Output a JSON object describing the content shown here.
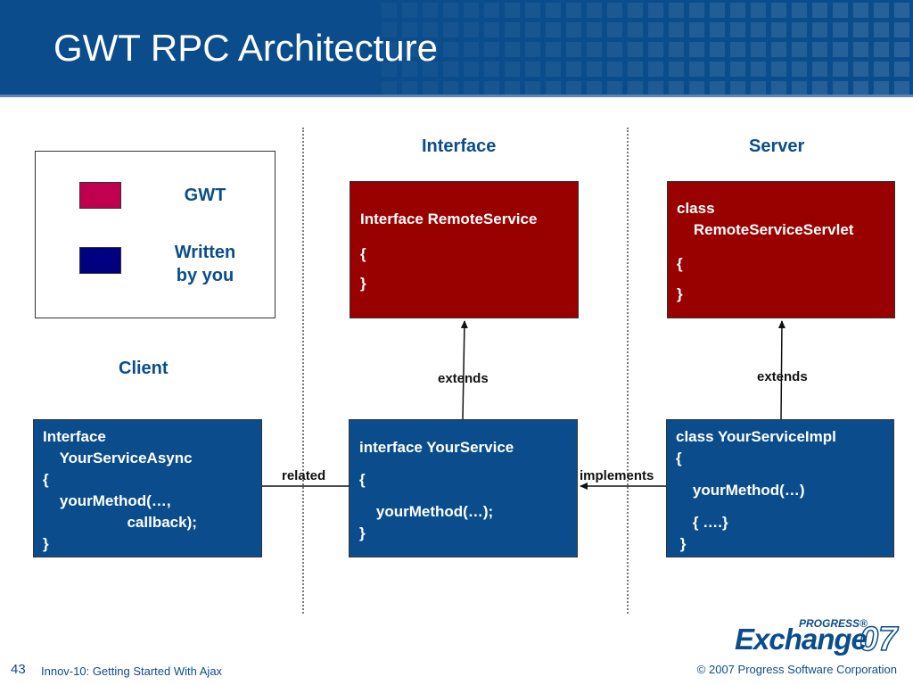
{
  "slide": {
    "title": "GWT RPC Architecture",
    "page_number": "43",
    "footer_left": "Innov-10: Getting Started With Ajax",
    "footer_right": "© 2007 Progress Software Corporation"
  },
  "logo": {
    "progress": "PROGRESS®",
    "exchange": "Exchange",
    "year": "07"
  },
  "colors": {
    "header": "#0b4d8c",
    "gwt_box": "#990000",
    "yours_box": "#0b4d8c",
    "legend_gwt_swatch": "#c0004f",
    "legend_yours_swatch": "#000080"
  },
  "headings": {
    "client": "Client",
    "interface": "Interface",
    "server": "Server"
  },
  "legend": {
    "gwt": "GWT",
    "written_line1": "Written",
    "written_line2": "by you"
  },
  "boxes": {
    "remote_service": [
      "Interface RemoteService",
      "{",
      "}"
    ],
    "remote_service_servlet": [
      "class",
      "    RemoteServiceServlet",
      "{",
      "}"
    ],
    "async": [
      "Interface",
      "    YourServiceAsync",
      "{",
      "    yourMethod(…,",
      "                    callback);",
      "}"
    ],
    "your_service": [
      "interface YourService",
      "{",
      "    yourMethod(…);",
      "}"
    ],
    "impl": [
      "class YourServiceImpl",
      "{",
      "    yourMethod(…)",
      "    { ….}",
      " }"
    ]
  },
  "arrow_labels": {
    "extends_interface": "extends",
    "extends_server": "extends",
    "related": "related",
    "implements": "implements"
  }
}
